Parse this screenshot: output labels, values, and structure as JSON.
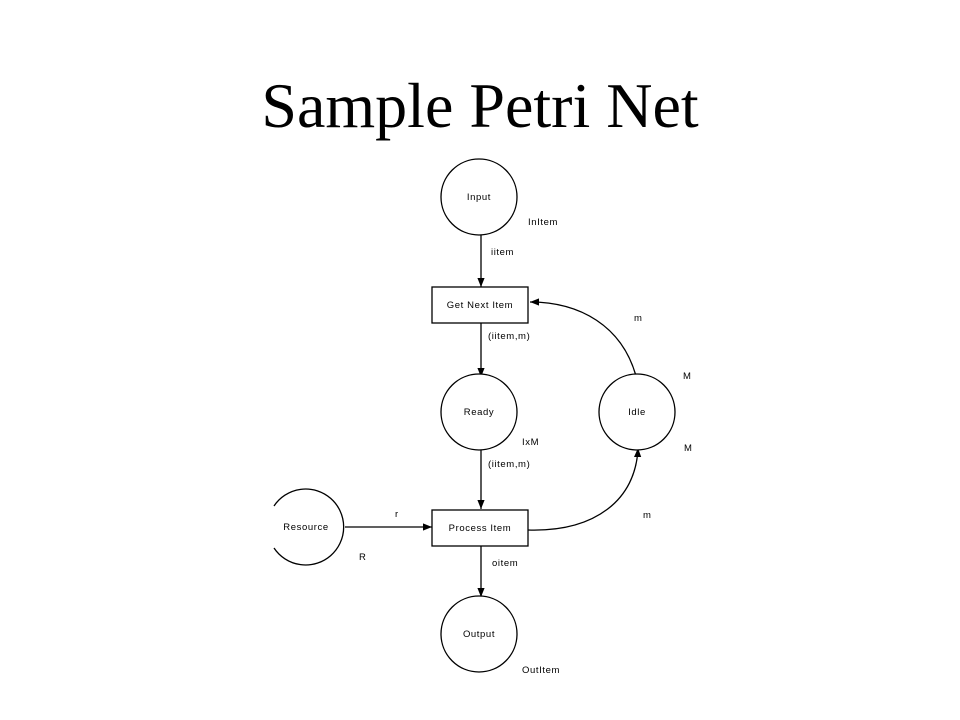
{
  "title": "Sample Petri Net",
  "places": {
    "input": {
      "label": "Input",
      "type": "InItem"
    },
    "ready": {
      "label": "Ready",
      "type": "IxM"
    },
    "idle": {
      "label": "Idle",
      "type": "M"
    },
    "resource": {
      "label": "Resource",
      "type": "R"
    },
    "output": {
      "label": "Output",
      "type": "OutItem"
    }
  },
  "transitions": {
    "get_next_item": {
      "label": "Get Next Item"
    },
    "process_item": {
      "label": "Process Item"
    }
  },
  "arcs": {
    "input_to_get": "iitem",
    "get_to_ready": "(iitem,m)",
    "idle_to_get": "m",
    "ready_to_process": "(iitem,m)",
    "resource_to_process": "r",
    "process_to_idle": "m",
    "process_to_output": "oitem",
    "idle_init": "M"
  }
}
